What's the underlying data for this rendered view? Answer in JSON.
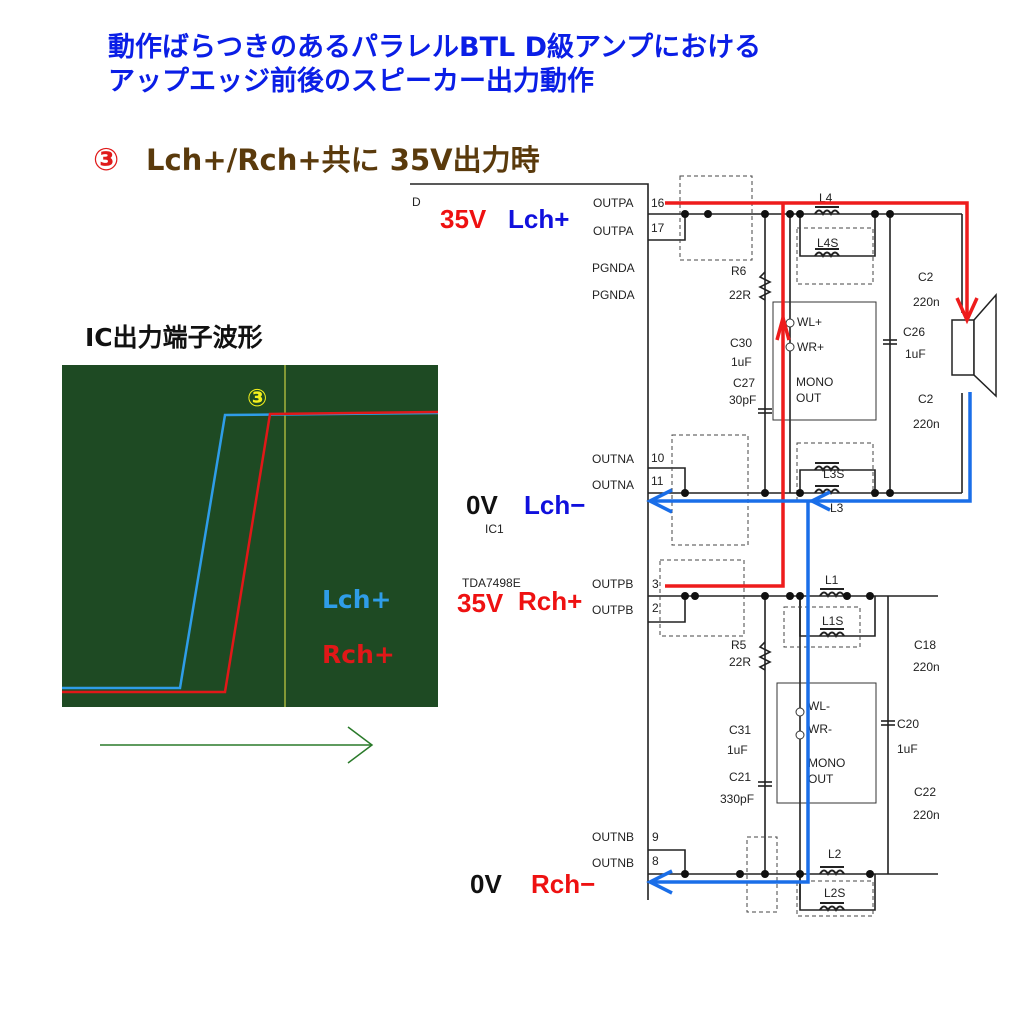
{
  "title": {
    "line1": "動作ばらつきのあるパラレルBTL D級アンプにおける",
    "line2": "アップエッジ前後のスピーカー出力動作"
  },
  "subtitle": {
    "marker": "③",
    "text": "Lch+/Rch+共に 35V出力時"
  },
  "waveform": {
    "heading": "IC出力端子波形",
    "marker": "③",
    "legend": [
      {
        "label": "Lch+",
        "color": "#2f9de8"
      },
      {
        "label": "Rch+",
        "color": "#e01818"
      }
    ],
    "background": "#1e4a23"
  },
  "schematic": {
    "chip_label": "D",
    "ic_ref": "IC1",
    "ic_part": "TDA7498E",
    "pins": [
      {
        "name": "OUTPA",
        "num": "16"
      },
      {
        "name": "OUTPA",
        "num": "17"
      },
      {
        "name": "PGNDA",
        "num": ""
      },
      {
        "name": "PGNDA",
        "num": ""
      },
      {
        "name": "OUTNA",
        "num": "10"
      },
      {
        "name": "OUTNA",
        "num": "11"
      },
      {
        "name": "OUTPB",
        "num": "3"
      },
      {
        "name": "OUTPB",
        "num": "2"
      },
      {
        "name": "OUTNB",
        "num": "9"
      },
      {
        "name": "OUTNB",
        "num": "8"
      }
    ],
    "components": {
      "r6": "R6",
      "r6v": "22R",
      "c30": "C30",
      "c30v": "1uF",
      "c27": "C27",
      "c27v": "30pF",
      "l4": "L4",
      "l4s": "L4S",
      "l3": "L3",
      "l3s": "L3S",
      "c2a": "C2",
      "c2av": "220n",
      "c26": "C26",
      "c26v": "1uF",
      "c2b": "C2",
      "c2bv": "220n",
      "wlp": "WL+",
      "wrp": "WR+",
      "mono1": "MONO",
      "out1": "OUT",
      "r5": "R5",
      "r5v": "22R",
      "c31": "C31",
      "c31v": "1uF",
      "c21": "C21",
      "c21v": "330pF",
      "l1": "L1",
      "l1s": "L1S",
      "l2": "L2",
      "l2s": "L2S",
      "c18": "C18",
      "c18v": "220n",
      "c20": "C20",
      "c20v": "1uF",
      "c22": "C22",
      "c22v": "220n",
      "wlm": "WL-",
      "wrm": "WR-",
      "mono2": "MONO",
      "out2": "OUT"
    },
    "annotations": {
      "lp_v": "35V",
      "lp_ch": "Lch+",
      "lm_v": "0V",
      "lm_ch": "Lch−",
      "rp_v": "35V",
      "rp_ch": "Rch+",
      "rm_v": "0V",
      "rm_ch": "Rch−"
    },
    "colors": {
      "positive_path": "#ee1c1c",
      "negative_path": "#1a6ee8",
      "label_red": "#ee1111",
      "label_blue": "#1010dd"
    }
  }
}
